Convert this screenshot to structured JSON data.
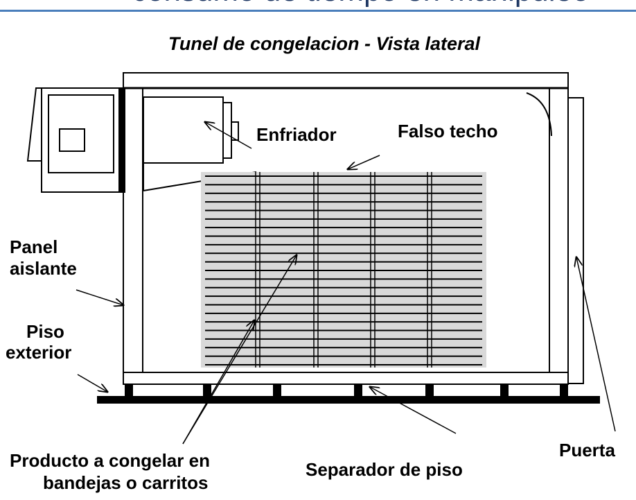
{
  "header": {
    "clipped_text": "consumo de tiempo en manipuleo"
  },
  "title": "Tunel de congelacion - Vista lateral",
  "labels": {
    "enfriador": "Enfriador",
    "falso_techo": "Falso techo",
    "panel_line1": "Panel",
    "panel_line2": "aislante",
    "piso_line1": "Piso",
    "piso_line2": "exterior",
    "producto_line1": "Producto a congelar en",
    "producto_line2": "bandejas o carritos",
    "separador": "Separador de piso",
    "puerta": "Puerta"
  },
  "colors": {
    "accent": "#4a7ebb",
    "ink": "#000000",
    "tray_fill": "#d9d9d9"
  }
}
